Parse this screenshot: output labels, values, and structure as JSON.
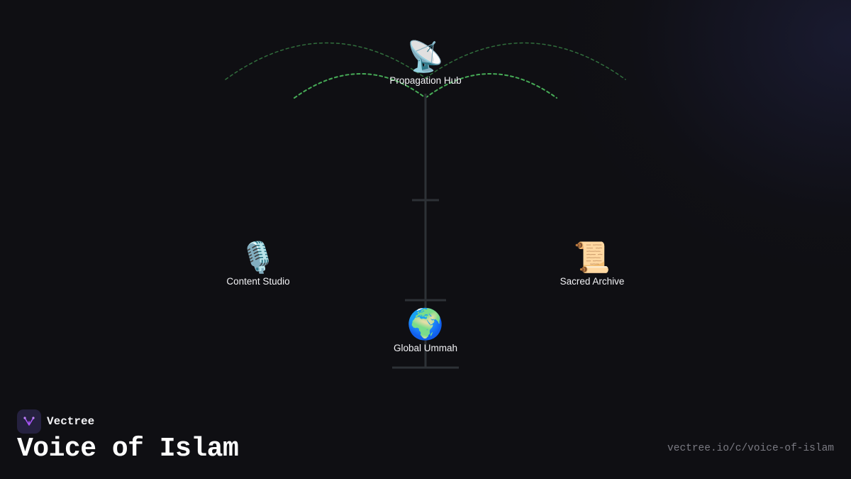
{
  "nodes": {
    "hub": {
      "label": "Propagation Hub",
      "icon": "satellite-dish-icon",
      "emoji": "📡"
    },
    "studio": {
      "label": "Content Studio",
      "icon": "microphone-icon",
      "emoji": "🎙️"
    },
    "archive": {
      "label": "Sacred Archive",
      "icon": "scroll-icon",
      "emoji": "📜"
    },
    "ummah": {
      "label": "Global Ummah",
      "icon": "globe-icon",
      "emoji": "🌍"
    }
  },
  "brand": {
    "name": "Vectree",
    "icon": "vectree-logo-icon"
  },
  "title": "Voice of Islam",
  "url": "vectree.io/c/voice-of-islam",
  "colors": {
    "background": "#0f0f13",
    "wave": "#4cbb5e",
    "trunk": "#2d3136",
    "text": "#f2f2f5",
    "muted": "#7a7a82",
    "logo_bg": "#25213f",
    "logo_accent": "#a855f7"
  }
}
